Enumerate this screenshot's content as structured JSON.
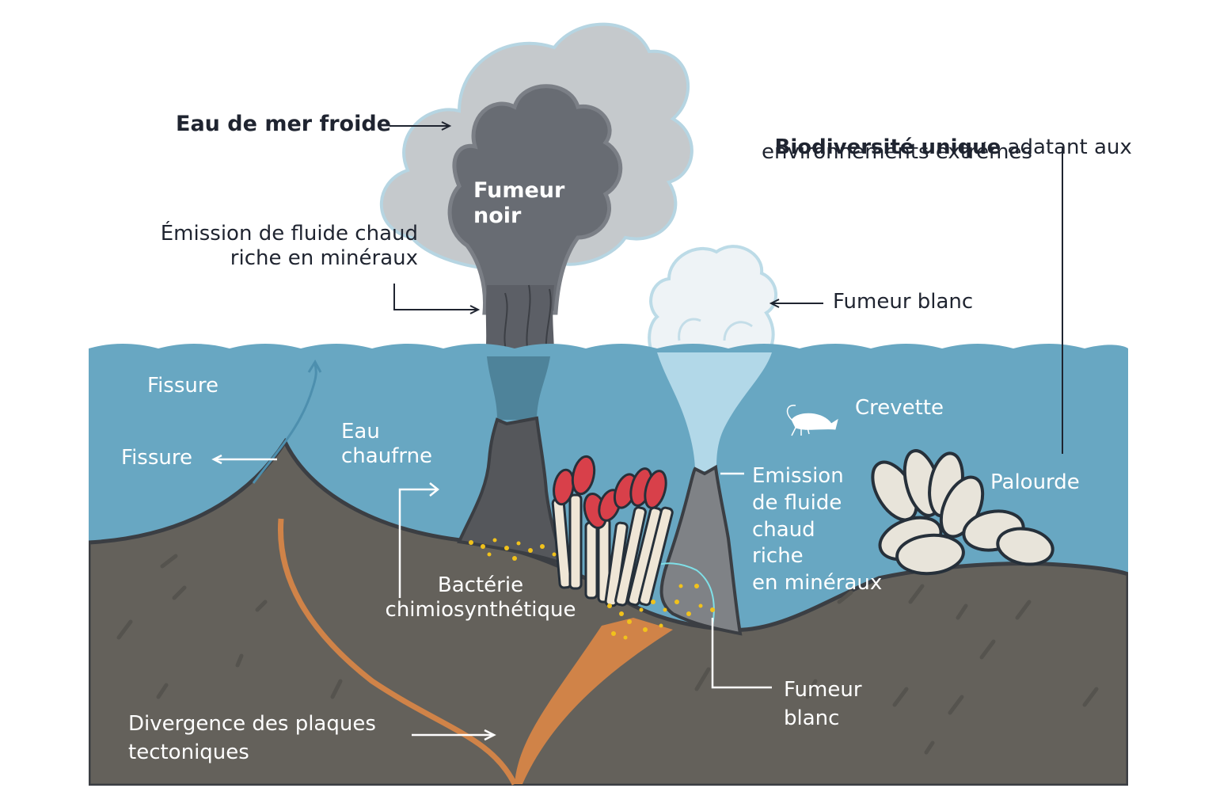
{
  "diagram": {
    "title": "Sources hydrothermales des grands fonds",
    "colors": {
      "water": "#68a7c2",
      "water_edge": "#4d8fae",
      "rock": "#64615b",
      "rock_edge": "#3b3e43",
      "magma": "#d08348",
      "black_smoke_dark": "#686c73",
      "black_smoke_light": "#c5c9cc",
      "white_smoke": "#eef3f6",
      "chimney_black": "#55575b",
      "chimney_white": "#7f8286",
      "tube_worm_body": "#efe6d6",
      "tube_worm_plume": "#d8404a",
      "bacteria": "#f1c21b",
      "clam": "#e8e4da",
      "text_dark": "#1f2430",
      "text_light": "#ffffff"
    }
  },
  "labels": {
    "cold_water": "Eau de mer froide",
    "black_smoker": "Fumeur\nnoir",
    "emission_left": "Émission de fluide chaud\nriche en minéraux",
    "biodiversity_bold": "Biodiversité unique",
    "biodiversity_rest": " adatant aux",
    "biodiversity_line2": "environnements extrémes",
    "white_smoker_top": "Fumeur blanc",
    "fissure_top": "Fissure",
    "fissure_arrow": "Fissure",
    "heated_water": "Eau\nchaufrne",
    "shrimp": "Crevette",
    "emission_right": "Emission\nde fluide\nchaud\nriche\nen minéraux",
    "clam": "Palourde",
    "bacteria": "Bactérie\nchimiosynthétique",
    "white_smoker_bottom": "Fumeur\nblanc",
    "plate_divergence": "Divergence des plaques\ntectoniques"
  },
  "icons": {
    "shrimp": "shrimp-icon",
    "clam": "clam-icon",
    "tube_worm": "tube-worm-icon",
    "black_smoker": "black-smoker-chimney-icon",
    "white_smoker": "white-smoker-chimney-icon"
  }
}
